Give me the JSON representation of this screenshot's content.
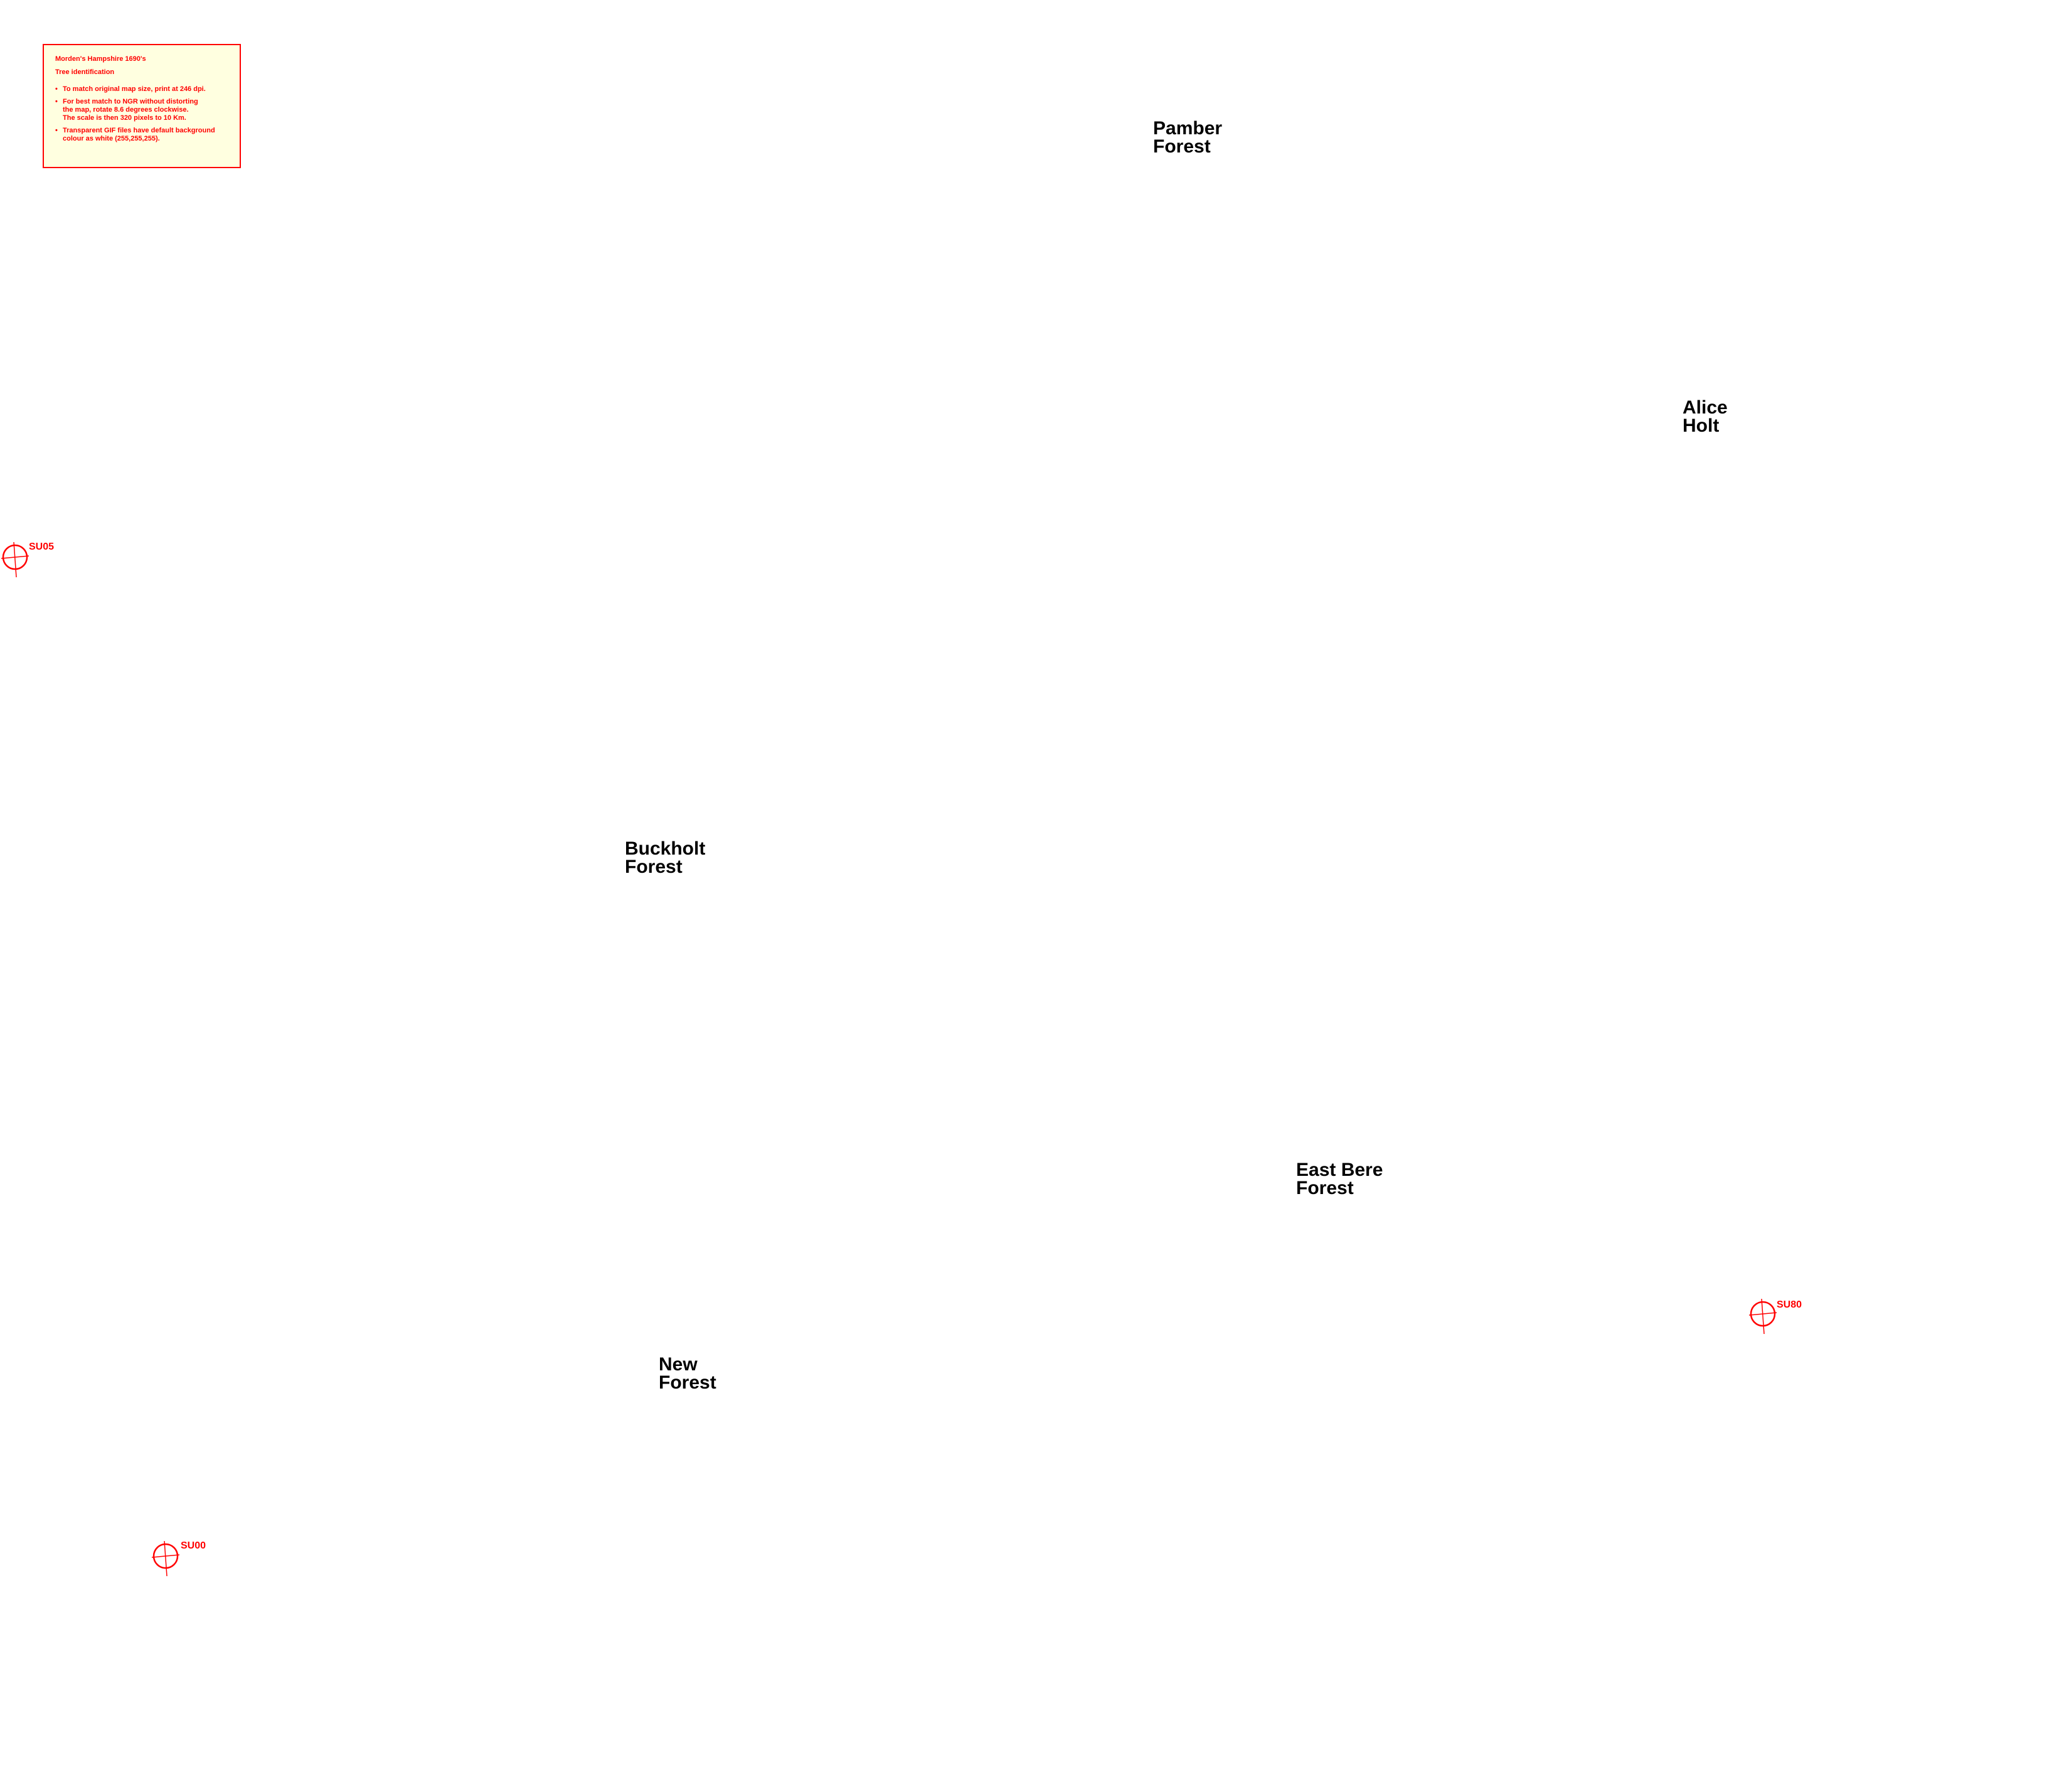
{
  "info_box": {
    "title": "Morden's Hampshire 1690's",
    "subtitle": "Tree identification",
    "notes": [
      "To match original map size, print at 246 dpi.",
      "For best match to NGR without distorting\nthe map, rotate 8.6 degrees clockwise.\nThe scale is then 320 pixels to 10 Km.",
      "Transparent GIF files have default background\ncolour as white (255,255,255)."
    ]
  },
  "forests": [
    {
      "id": "pamber",
      "line1": "Pamber",
      "line2": "Forest"
    },
    {
      "id": "alice-holt",
      "line1": "Alice",
      "line2": "Holt"
    },
    {
      "id": "buckholt",
      "line1": "Buckholt",
      "line2": "Forest"
    },
    {
      "id": "east-bere",
      "line1": "East Bere",
      "line2": "Forest"
    },
    {
      "id": "new-forest",
      "line1": "New",
      "line2": "Forest"
    }
  ],
  "grid_refs": [
    {
      "id": "su05",
      "label": "SU05"
    },
    {
      "id": "su80",
      "label": "SU80"
    },
    {
      "id": "su00",
      "label": "SU00"
    }
  ],
  "colors": {
    "annotation": "#ff0000",
    "info_background": "#ffffe0",
    "forest_text": "#000000",
    "page_background": "#ffffff"
  }
}
